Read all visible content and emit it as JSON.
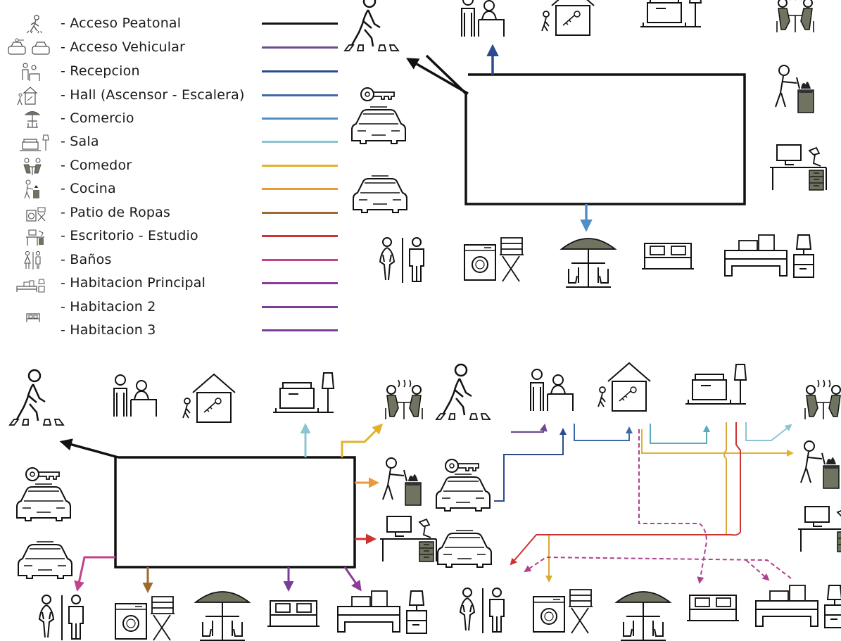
{
  "legend": {
    "items": [
      {
        "label": "- Acceso Peatonal",
        "color": "#111111",
        "icon": "pedestrian-icon"
      },
      {
        "label": "- Acceso Vehicular",
        "color": "#6a4c8f",
        "icon": "cars-icon"
      },
      {
        "label": "- Recepcion",
        "color": "#2c4b8e",
        "icon": "reception-icon"
      },
      {
        "label": "- Hall (Ascensor - Escalera)",
        "color": "#3d6aa8",
        "icon": "hall-icon"
      },
      {
        "label": "- Comercio",
        "color": "#4f8fc6",
        "icon": "umbrella-table-icon"
      },
      {
        "label": "- Sala",
        "color": "#8cc5d2",
        "icon": "sofa-icon"
      },
      {
        "label": "- Comedor",
        "color": "#e2b22c",
        "icon": "dining-icon"
      },
      {
        "label": "- Cocina",
        "color": "#e89a3c",
        "icon": "cooking-icon"
      },
      {
        "label": "- Patio de Ropas",
        "color": "#9a6a2e",
        "icon": "laundry-icon"
      },
      {
        "label": "- Escritorio - Estudio",
        "color": "#cc3333",
        "icon": "desk-icon"
      },
      {
        "label": "- Baños",
        "color": "#c0448a",
        "icon": "restroom-icon"
      },
      {
        "label": "- Habitacion Principal",
        "color": "#8b3c98",
        "icon": "master-bedroom-icon"
      },
      {
        "label": "- Habitacion 2",
        "color": "#7a3f95",
        "icon": "bed-icon"
      },
      {
        "label": "- Habitacion 3",
        "color": "#7a3f95",
        "icon": ""
      }
    ]
  },
  "colors": {
    "outline": "#111111",
    "olive": "#6f7360"
  }
}
